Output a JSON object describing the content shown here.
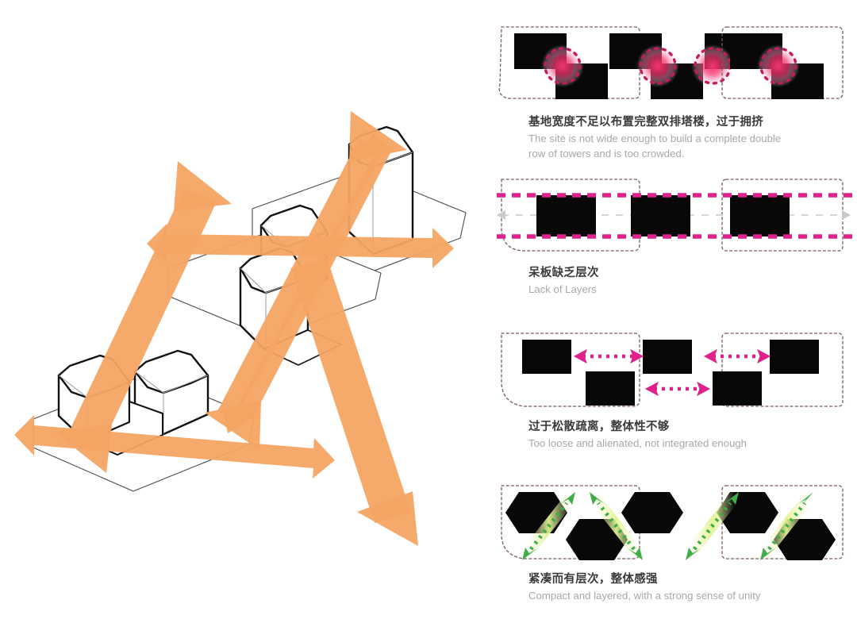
{
  "figure": {
    "title_visible": false,
    "background": "#ffffff",
    "palette": {
      "arrow_orange": "#F4A463",
      "arrow_orange_light": "#F7BC8A",
      "magenta": "#E0208C",
      "magenta_soft": "#D13A93",
      "hot_pink": "#F4356F",
      "green": "#3FAE49",
      "green_glow": "#DFF29A",
      "mass_black": "#080808",
      "site_dash": "#7a5a5a",
      "gray_arrow": "#C9C9C9",
      "text_cn": "#3b3b3b",
      "text_en": "#a8a8a8",
      "outline": "#111111",
      "ground": "#5a5a5a"
    }
  },
  "iso_diagram": {
    "name": "site-massing-isometric",
    "description": "Three isometric site plates with faceted hexagonal tower masses and orange double-headed directional arrows",
    "plates": [
      {
        "id": "plate-upper",
        "towers": 2,
        "tower_heights": [
          "tall",
          "mid"
        ]
      },
      {
        "id": "plate-middle",
        "towers": 1,
        "tower_heights": [
          "mid"
        ]
      },
      {
        "id": "plate-lower",
        "towers": 2,
        "tower_heights": [
          "low",
          "low"
        ]
      }
    ],
    "arrows": [
      {
        "id": "arrow-ne-sw-upper",
        "direction": "northeast-southwest",
        "color": "#F4A463"
      },
      {
        "id": "arrow-ne-sw-mid",
        "direction": "northeast-southwest",
        "color": "#F4A463"
      },
      {
        "id": "arrow-e-w-upper",
        "direction": "east-west",
        "color": "#F4A463"
      },
      {
        "id": "arrow-e-w-lower",
        "direction": "east-west",
        "color": "#F4A463"
      },
      {
        "id": "arrow-nw-se",
        "direction": "northwest-southeast",
        "color": "#F4A463"
      }
    ]
  },
  "studies": [
    {
      "id": "study-crowded",
      "index": 1,
      "caption_cn": "基地宽度不足以布置完整双排塔楼，过于拥挤",
      "caption_en": "The site is not wide enough to build a complete double\n row of towers and is too crowded.",
      "left_panel": {
        "boundary": "chamfered-rounded",
        "masses": 5,
        "mass_shape": "rectangle",
        "markers": 3,
        "marker_type": "collision-burst",
        "marker_color": "#F4356F"
      },
      "right_panel": {
        "boundary": "rounded",
        "masses": 2,
        "mass_shape": "rectangle",
        "markers": 1,
        "marker_type": "collision-burst",
        "marker_color": "#F4356F"
      }
    },
    {
      "id": "study-flat",
      "index": 2,
      "caption_cn": "呆板缺乏层次",
      "caption_en": "Lack of Layers",
      "left_panel": {
        "boundary": "chamfered-rounded",
        "masses": 2,
        "mass_shape": "rectangle",
        "markers": 2,
        "marker_type": "magenta-dashed-rail",
        "marker_color": "#E0208C",
        "extra": "gray-horizontal-axis-arrow"
      },
      "right_panel": {
        "boundary": "rounded",
        "masses": 1,
        "mass_shape": "rectangle",
        "markers": 2,
        "marker_type": "magenta-dashed-rail",
        "marker_color": "#E0208C",
        "extra": "gray-horizontal-axis-arrow"
      }
    },
    {
      "id": "study-loose",
      "index": 3,
      "caption_cn": "过于松散疏离，整体性不够",
      "caption_en": "Too loose and alienated, not integrated enough",
      "left_panel": {
        "boundary": "chamfered-rounded",
        "masses": 3,
        "mass_shape": "rectangle",
        "markers": 2,
        "marker_type": "double-headed-dotted-arrow",
        "marker_color": "#E0208C",
        "marker_direction": "horizontal"
      },
      "right_panel": {
        "boundary": "rounded",
        "masses": 2,
        "mass_shape": "rectangle",
        "markers": 1,
        "marker_type": "double-headed-dotted-arrow",
        "marker_color": "#E0208C",
        "marker_direction": "horizontal"
      }
    },
    {
      "id": "study-compact",
      "index": 4,
      "caption_cn": "紧凑而有层次，整体感强",
      "caption_en": "Compact and layered, with a strong sense of unity",
      "left_panel": {
        "boundary": "chamfered-rounded",
        "masses": 3,
        "mass_shape": "hexagon",
        "markers": 2,
        "marker_type": "double-headed-dotted-arrow",
        "marker_color": "#3FAE49",
        "marker_direction": "diagonal"
      },
      "right_panel": {
        "boundary": "rounded",
        "masses": 2,
        "mass_shape": "hexagon",
        "markers": 1,
        "marker_type": "double-headed-dotted-arrow",
        "marker_color": "#3FAE49",
        "marker_direction": "diagonal"
      }
    }
  ]
}
